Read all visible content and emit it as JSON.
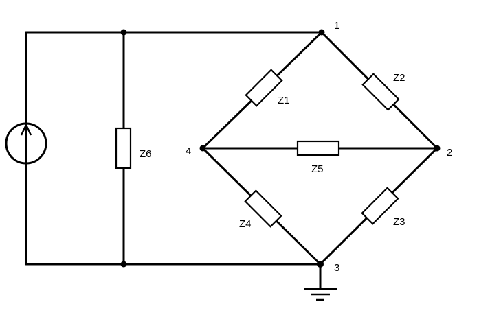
{
  "diagram": {
    "type": "circuit schematic",
    "nodes": [
      {
        "id": "n1",
        "label": "1"
      },
      {
        "id": "n2",
        "label": "2"
      },
      {
        "id": "n3",
        "label": "3"
      },
      {
        "id": "n4",
        "label": "4"
      }
    ],
    "components": [
      {
        "id": "Z1",
        "label": "Z1",
        "between": [
          "4",
          "1"
        ]
      },
      {
        "id": "Z2",
        "label": "Z2",
        "between": [
          "1",
          "2"
        ]
      },
      {
        "id": "Z3",
        "label": "Z3",
        "between": [
          "2",
          "3"
        ]
      },
      {
        "id": "Z4",
        "label": "Z4",
        "between": [
          "4",
          "3"
        ]
      },
      {
        "id": "Z5",
        "label": "Z5",
        "between": [
          "4",
          "2"
        ]
      },
      {
        "id": "Z6",
        "label": "Z6",
        "between": [
          "1",
          "3"
        ]
      }
    ],
    "source": {
      "kind": "current source",
      "arrow": "up"
    },
    "ground": {
      "node": "3"
    },
    "colors": {
      "line": "#000000",
      "background": "#ffffff"
    }
  }
}
